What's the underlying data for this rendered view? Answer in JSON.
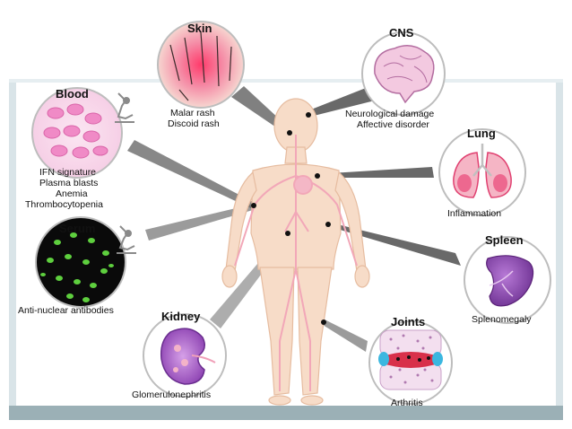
{
  "organs": {
    "skin": {
      "title": "Skin",
      "lines": [
        "Malar rash",
        "Discoid rash"
      ]
    },
    "cns": {
      "title": "CNS",
      "lines": [
        "Neurological damage",
        "Affective disorder"
      ]
    },
    "blood": {
      "title": "Blood",
      "lines": [
        "IFN signature",
        "Plasma blasts",
        "Anemia",
        "Thrombocytopenia"
      ]
    },
    "lung": {
      "title": "Lung",
      "lines": [
        "Inflammation"
      ]
    },
    "serum": {
      "title": "Serum",
      "lines": [
        "Anti-nuclear antibodies"
      ]
    },
    "spleen": {
      "title": "Spleen",
      "lines": [
        "Splenomegaly"
      ]
    },
    "kidney": {
      "title": "Kidney",
      "lines": [
        "Glomerulonephritis"
      ]
    },
    "joints": {
      "title": "Joints",
      "lines": [
        "Arthritis"
      ]
    }
  },
  "colors": {
    "body_fill": "#f7dcc8",
    "body_stroke": "#e6bca0",
    "vessel": "#f2a7b8",
    "connector": "#1a1a1a",
    "circle_stroke": "#b9b9b9"
  }
}
